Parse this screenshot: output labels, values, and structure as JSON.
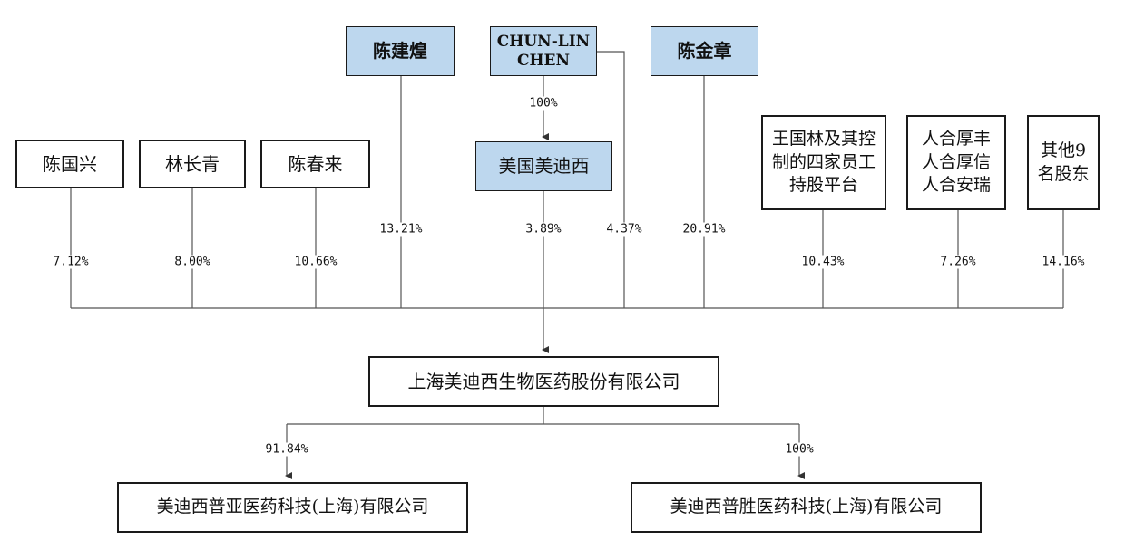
{
  "shareholders": {
    "chen_guoxing": "陈国兴",
    "lin_changqing": "林长青",
    "chen_chunlai": "陈春来",
    "chen_jianhuang": "陈建煌",
    "chun_lin_chen": "CHUN-LIN\nCHEN",
    "us_medicilon": "美国美迪西",
    "chen_jinzhang": "陈金章",
    "esop_platform": "王国林及其控\n制的四家员工\n持股平台",
    "renhe": "人合厚丰\n人合厚信\n人合安瑞",
    "others": "其他9\n名股东"
  },
  "percentages": {
    "chen_guoxing": "7.12%",
    "lin_changqing": "8.00%",
    "chen_chunlai": "10.66%",
    "chen_jianhuang": "13.21%",
    "us_medicilon": "3.89%",
    "chun_lin_chen_direct": "4.37%",
    "chun_lin_chen_to_us": "100%",
    "chen_jinzhang": "20.91%",
    "esop_platform": "10.43%",
    "renhe": "7.26%",
    "others": "14.16%"
  },
  "company": "上海美迪西生物医药股份有限公司",
  "subsidiaries": [
    {
      "name": "美迪西普亚医药科技(上海)有限公司",
      "pct": "91.84%"
    },
    {
      "name": "美迪西普胜医药科技(上海)有限公司",
      "pct": "100%"
    }
  ]
}
